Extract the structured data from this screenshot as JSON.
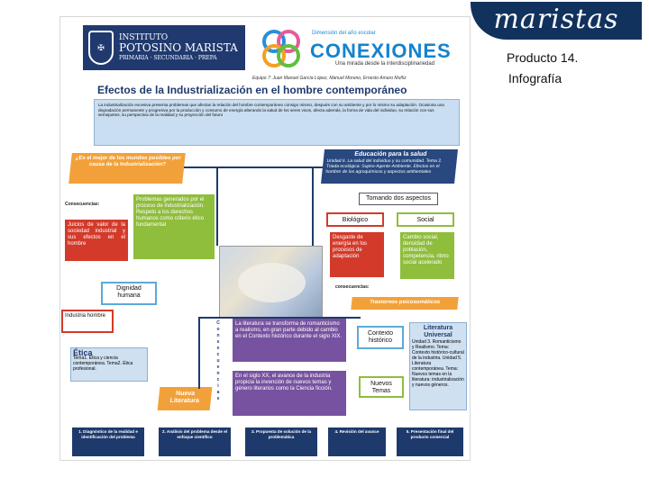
{
  "brand": {
    "name": "maristas"
  },
  "side": {
    "line1": "Producto 14.",
    "line2": "Infografía"
  },
  "logo": {
    "l1": "INSTITUTO",
    "l2": "POTOSINO MARISTA",
    "l3": "PRIMARIA · SECUNDARIA · PREPA"
  },
  "conexiones": {
    "top": "Dimensión del año escolar",
    "title": "CONEXIONES",
    "subtitle": "Una mirada desde la interdisciplinariedad"
  },
  "team": "Equipo 7: Juan Manuel García López, Manuel Moreno, Ernesto Amaro Muñiz",
  "title": "Efectos de la Industrialización en el hombre contemporáneo",
  "intro": "La industrialización excesiva presenta problemas que afectan la relación del hombre contemporáneo consigo mismo, después con su ambiente y por lo mismo su adaptación. Ocasiona una degradación permanente y progresiva por la producción y consumo de energía alterando la salud de los seres vivos, afecta además, la forma de vida del individuo, su relación con sus semejantes, su perspectiva de la realidad y su proyección del futuro",
  "question": "¿Es el mejor de los mundos posibles por causa de la Industrialización?",
  "consequences": "Consecuencias:",
  "judgments": "Juicios de valor de la sociedad industrial y sus efectos en el hombre",
  "problems": "Problemas generados por el proceso de industrialización. Respeto a los derechos humanos como criterio ético fundamental",
  "dignity": "Dignidad humana",
  "ind_man": "Industria hombre",
  "ethics": {
    "title": "Ética",
    "text": "Tema1. Ética y ciencia contemporánea. Tema2. Ética profesional."
  },
  "health": {
    "title": "Educación para la salud",
    "text": "Unidad II. La salud del individuo y su comunidad. Tema 2. Triada ecológica: Sujeto-Agente-Ambiente. Efectos en el hombre de los agroquímicos y aspectos ambientales"
  },
  "aspects": "Tomando dos aspectos",
  "bio": "Biológico",
  "social": "Social",
  "energy": "Desgaste de energía en los procesos de adaptación",
  "social_change": "Cambio social, densidad de población, competencia, ritmo social acelerado",
  "consequences2": "consecuencias:",
  "psych": "Trastornos psicosomáticos",
  "vertical_word": "Consecuencias",
  "lit_change": "La literatura se transforma de romanticismo a realismo, en gran parte debido al cambio en el Contexto histórico durante el siglo XIX.",
  "context": "Contexto histórico",
  "lit": {
    "title": "Literatura Universal",
    "text": "Unidad 3. Romanticismo y Realismo. Tema: Contexto histórico-cultural de la industria. Unidad 5. Literatura contemporánea. Tema: Nuevos temas en la literatura: industrialización y nuevos géneros."
  },
  "xx": "En el siglo XX, el avance de la industria propicia la invención de nuevos temas y género literarios como la Ciencia ficción.",
  "new_themes": "Nuevos Temas",
  "new_lit": "Nueva Literatura",
  "steps": [
    "1. Diagnóstico de la realidad e identificación del problema",
    "2. Análisis del problema desde el enfoque científico",
    "3. Propuesta de solución de la problemática",
    "4. Revisión del avance",
    "5. Presentación final del producto comercial"
  ]
}
